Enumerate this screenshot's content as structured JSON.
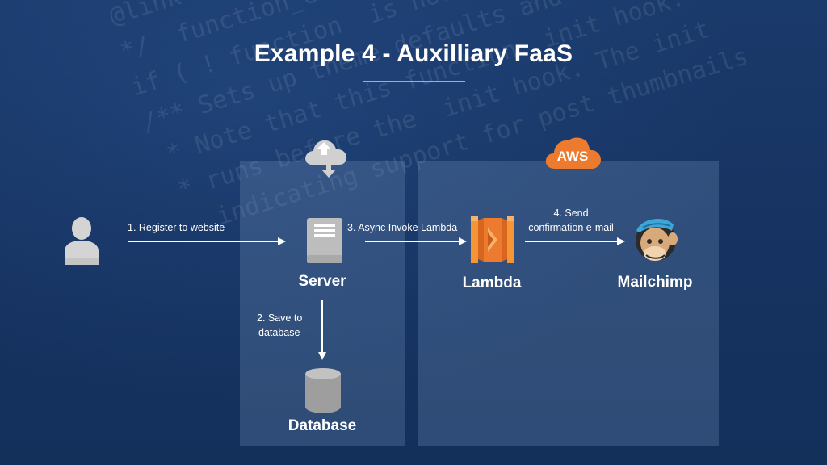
{
  "slide": {
    "title": "Example 4 - Auxilliary FaaS"
  },
  "nodes": {
    "server": "Server",
    "lambda": "Lambda",
    "mailchimp": "Mailchimp",
    "database": "Database",
    "aws_badge": "AWS"
  },
  "steps": {
    "step1": "1. Register to website",
    "step2_line1": "2. Save to",
    "step2_line2": "database",
    "step3": "3. Async Invoke Lambda",
    "step4_line1": "4. Send",
    "step4_line2": "confirmation e-mail"
  },
  "background_code": [
    "@link  @package    ncode_starter_setup",
    "*/  function_exists( 'ncode_starter_setu",
    "if ( ! function  is hooked into the",
    "/** Sets up theme defaults and registers",
    " * Note that this function  init hook.",
    " * runs before the  init hook. The init",
    "   indicating support for post thumbnails"
  ],
  "colors": {
    "background": "#17325e",
    "accent_rule": "#e9a24a",
    "aws_orange": "#ec7b2f",
    "icon_gray": "#c9c9c9"
  }
}
